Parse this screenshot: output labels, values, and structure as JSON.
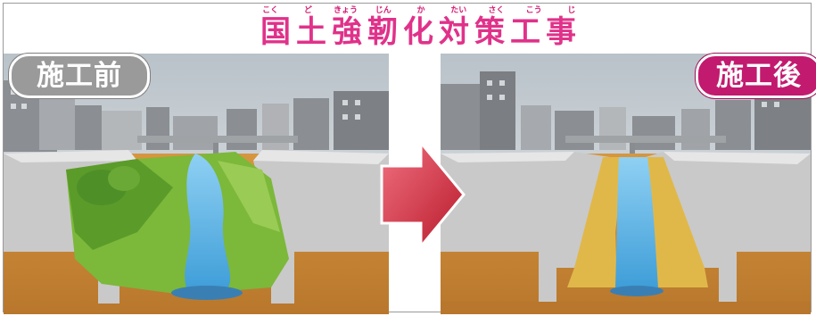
{
  "title": {
    "text": "国土強靭化対策工事",
    "ruby": [
      "こく",
      "ど",
      "きょう",
      "じん",
      "か",
      "たい",
      "さく",
      "こう",
      "じ"
    ]
  },
  "labels": {
    "before": "施工前",
    "after": "施工後"
  },
  "colors": {
    "title": "#e0328a",
    "after_badge": "#c21a6f",
    "before_badge": "#9a9a9a",
    "arrow": "#d8303a",
    "water": "#5db3e6",
    "soil": "#c98a3a",
    "vegetation": "#7cb83a",
    "concrete": "#c9c9c9",
    "gravel": "#e0b84a"
  },
  "icons": {
    "arrow": "right-arrow-icon"
  }
}
